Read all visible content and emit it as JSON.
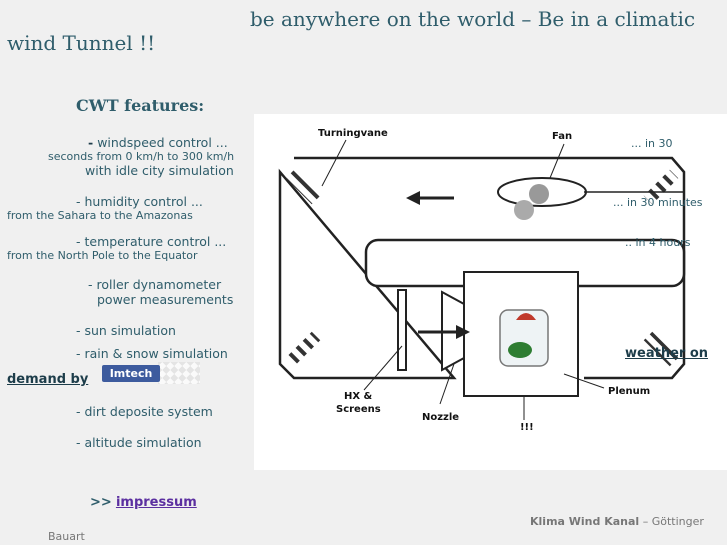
{
  "header": {
    "line1": "be anywhere on the world – Be in a climatic",
    "line2": "wind Tunnel !!"
  },
  "features": {
    "title": "CWT features:",
    "windspeed_dash": "-",
    "windspeed": "windspeed control ...",
    "windspeed_range": "seconds from 0 km/h to 300 km/h",
    "windspeed_sub": "with idle city simulation",
    "humidity": "- humidity control ...",
    "humidity_range": "from the Sahara to the Amazonas",
    "temperature": "- temperature control ...",
    "temperature_range": "from the North Pole to the Equator",
    "roller": "- roller dynamometer",
    "roller_sub": "power measurements",
    "sun": "- sun simulation",
    "rain": "- rain & snow simulation",
    "dirt": "- dirt deposite system",
    "altitude": "- altitude simulation"
  },
  "demand": {
    "label": "demand by",
    "brand": "Imtech"
  },
  "overlays": {
    "in30": "... in 30",
    "in30min": "... in 30 minutes",
    "in4h": ".. in 4 hours",
    "weather": "weather on"
  },
  "diagram": {
    "turningvane": "Turningvane",
    "fan": "Fan",
    "hx": "HX &",
    "screens": "Screens",
    "nozzle": "Nozzle",
    "plenum": "Plenum",
    "exclaim": "!!!"
  },
  "nav": {
    "prefix": ">>",
    "impressum": "impressum"
  },
  "footer": {
    "brand": "Klima Wind Kanal",
    "city": " – Göttinger",
    "bauart": "Bauart"
  }
}
